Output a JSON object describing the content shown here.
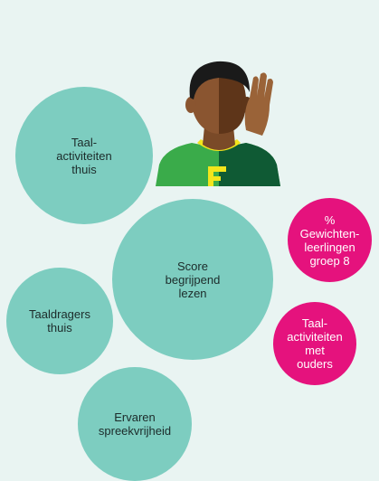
{
  "bubbles": {
    "home_language_activities": "Taal-\nactiviteiten\nthuis",
    "reading_comprehension_score": "Score\nbegrijpend\nlezen",
    "language_carriers_home": "Taaldragers\nthuis",
    "perceived_freedom_of_speech": "Ervaren\nspreekvrijheid",
    "weighted_students_grade8": "%\nGewichten-\nleerlingen\ngroep 8",
    "language_activities_with_parents": "Taal-\nactiviteiten\nmet\nouders"
  },
  "colors": {
    "background": "#e9f4f2",
    "teal": "#7dcdc0",
    "pink": "#e5127d",
    "shirt_green": "#3aab4a",
    "shirt_dark": "#0f5a34",
    "collar_yellow": "#f2e51c"
  },
  "illustration": {
    "icon": "listening-person-icon"
  }
}
